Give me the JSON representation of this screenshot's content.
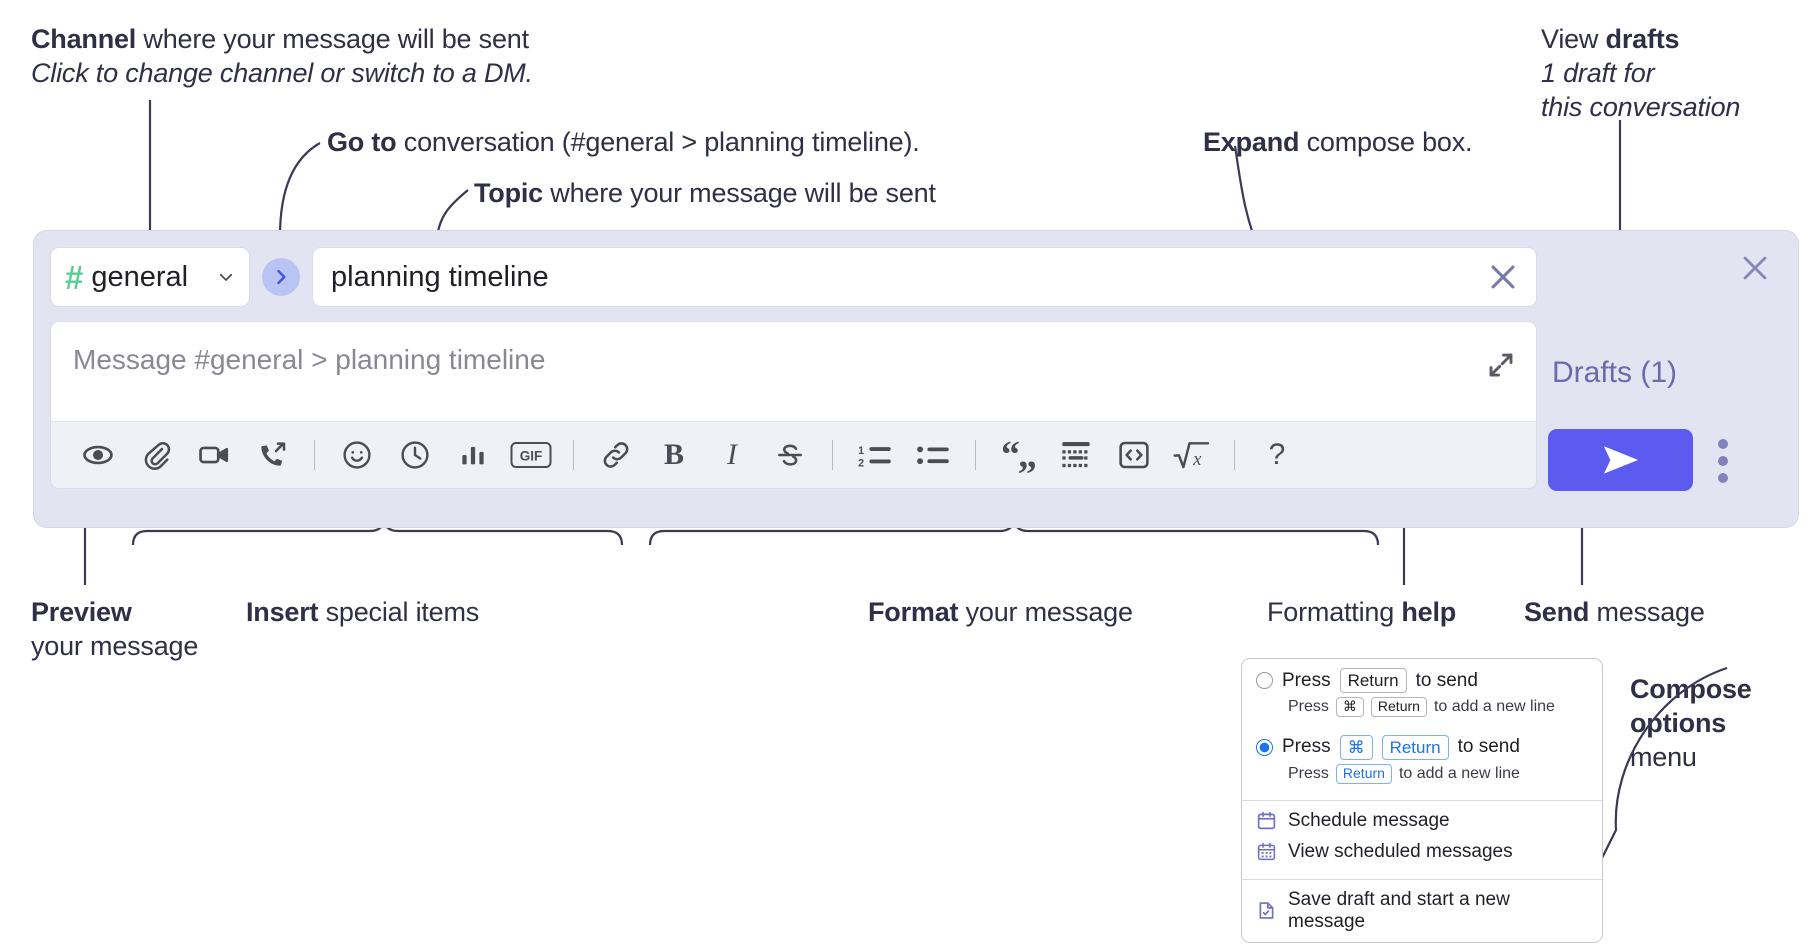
{
  "annotations": {
    "channel": {
      "bold": "Channel",
      "rest": " where your message will be sent",
      "italic": "Click to change channel or switch to a DM."
    },
    "goto": {
      "bold": "Go to",
      "rest": " conversation (#general > planning timeline)."
    },
    "topic": {
      "bold": "Topic",
      "rest": " where your message will be sent"
    },
    "expand": {
      "bold": "Expand",
      "rest": " compose box."
    },
    "drafts": {
      "bold_lead": "View ",
      "bold": "drafts",
      "italic1": "1 draft for",
      "italic2": "this conversation"
    },
    "preview": {
      "bold": "Preview",
      "rest": "your message"
    },
    "insert": {
      "bold": "Insert",
      "rest": " special items"
    },
    "format": {
      "bold": "Format",
      "rest": " your message"
    },
    "help": {
      "lead": "Formatting ",
      "bold": "help"
    },
    "send": {
      "bold": "Send",
      "rest": " message"
    },
    "compose_options": {
      "bold1": "Compose",
      "bold2": "options",
      "rest": "menu"
    }
  },
  "compose": {
    "channel_name": "general",
    "hash_symbol": "#",
    "topic_value": "planning timeline",
    "message_placeholder": "Message #general > planning timeline",
    "drafts_label": "Drafts (1)",
    "toolbar_items": [
      {
        "name": "preview-icon",
        "label": "Preview"
      },
      {
        "name": "attachment-icon",
        "label": "Attach file"
      },
      {
        "name": "video-icon",
        "label": "Video clip"
      },
      {
        "name": "audio-call-icon",
        "label": "Audio clip"
      },
      {
        "name": "emoji-icon",
        "label": "Emoji"
      },
      {
        "name": "clock-icon",
        "label": "Reminder"
      },
      {
        "name": "poll-icon",
        "label": "Poll"
      },
      {
        "name": "gif-icon",
        "label": "GIF"
      },
      {
        "name": "link-icon",
        "label": "Link"
      },
      {
        "name": "bold-icon",
        "label": "B"
      },
      {
        "name": "italic-icon",
        "label": "I"
      },
      {
        "name": "strikethrough-icon",
        "label": "S"
      },
      {
        "name": "ordered-list-icon",
        "label": "Ordered list"
      },
      {
        "name": "bulleted-list-icon",
        "label": "Bulleted list"
      },
      {
        "name": "blockquote-icon",
        "label": "Blockquote"
      },
      {
        "name": "code-block-icon",
        "label": "Code block"
      },
      {
        "name": "code-icon",
        "label": "Code"
      },
      {
        "name": "math-icon",
        "label": "Math"
      },
      {
        "name": "help-icon",
        "label": "?"
      }
    ]
  },
  "options_menu": {
    "option_1": {
      "selected": false,
      "press": "Press",
      "key": "Return",
      "to_send": "to send",
      "sub_press": "Press",
      "sub_key_1": "⌘",
      "sub_key_2": "Return",
      "sub_tail": "to add a new line"
    },
    "option_2": {
      "selected": true,
      "press": "Press",
      "key_1": "⌘",
      "key_2": "Return",
      "to_send": "to send",
      "sub_press": "Press",
      "sub_key": "Return",
      "sub_tail": "to add a new line"
    },
    "items": [
      {
        "icon": "calendar-icon",
        "label": "Schedule message"
      },
      {
        "icon": "calendar-grid-icon",
        "label": "View scheduled messages"
      },
      {
        "icon": "document-check-icon",
        "label": "Save draft and start a new message"
      }
    ]
  },
  "colors": {
    "panel_bg": "#e3e4f1",
    "send_button": "#5b5bef",
    "hash_green": "#58cf94",
    "goto_bg": "#b9c4f5",
    "drafts_text": "#6a6aad",
    "accent_blue": "#1a73e8"
  }
}
